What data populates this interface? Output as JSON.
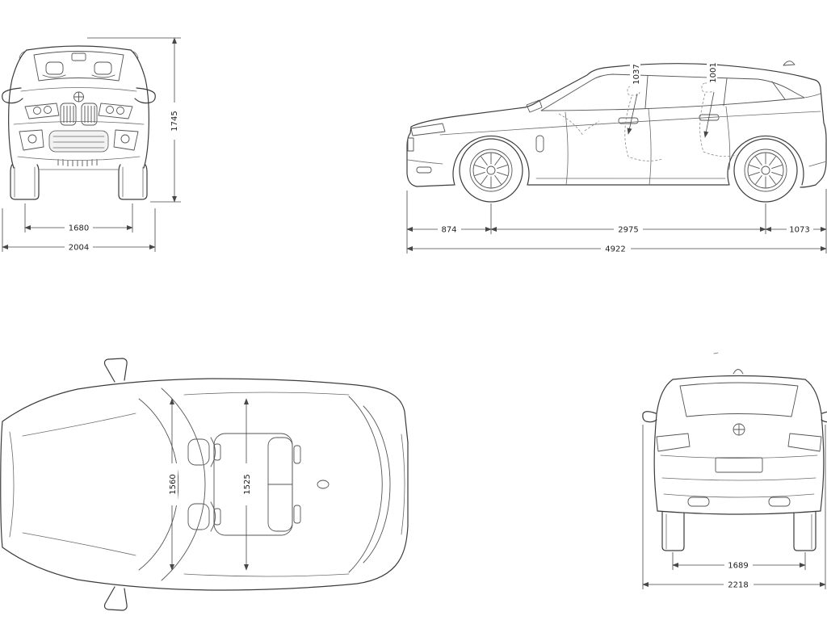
{
  "colors": {
    "line": "#3c3c3c",
    "background": "#ffffff"
  },
  "views": {
    "front": {
      "overall_height": "1745",
      "track_width": "1680",
      "overall_width": "2004"
    },
    "side": {
      "front_headroom": "1037",
      "rear_headroom": "1001",
      "front_overhang": "874",
      "wheelbase": "2975",
      "rear_overhang": "1073",
      "overall_length": "4922"
    },
    "top": {
      "front_shoulder_width": "1560",
      "rear_shoulder_width": "1525"
    },
    "rear": {
      "rear_track": "1689",
      "overall_width_mirrors": "2218"
    }
  }
}
